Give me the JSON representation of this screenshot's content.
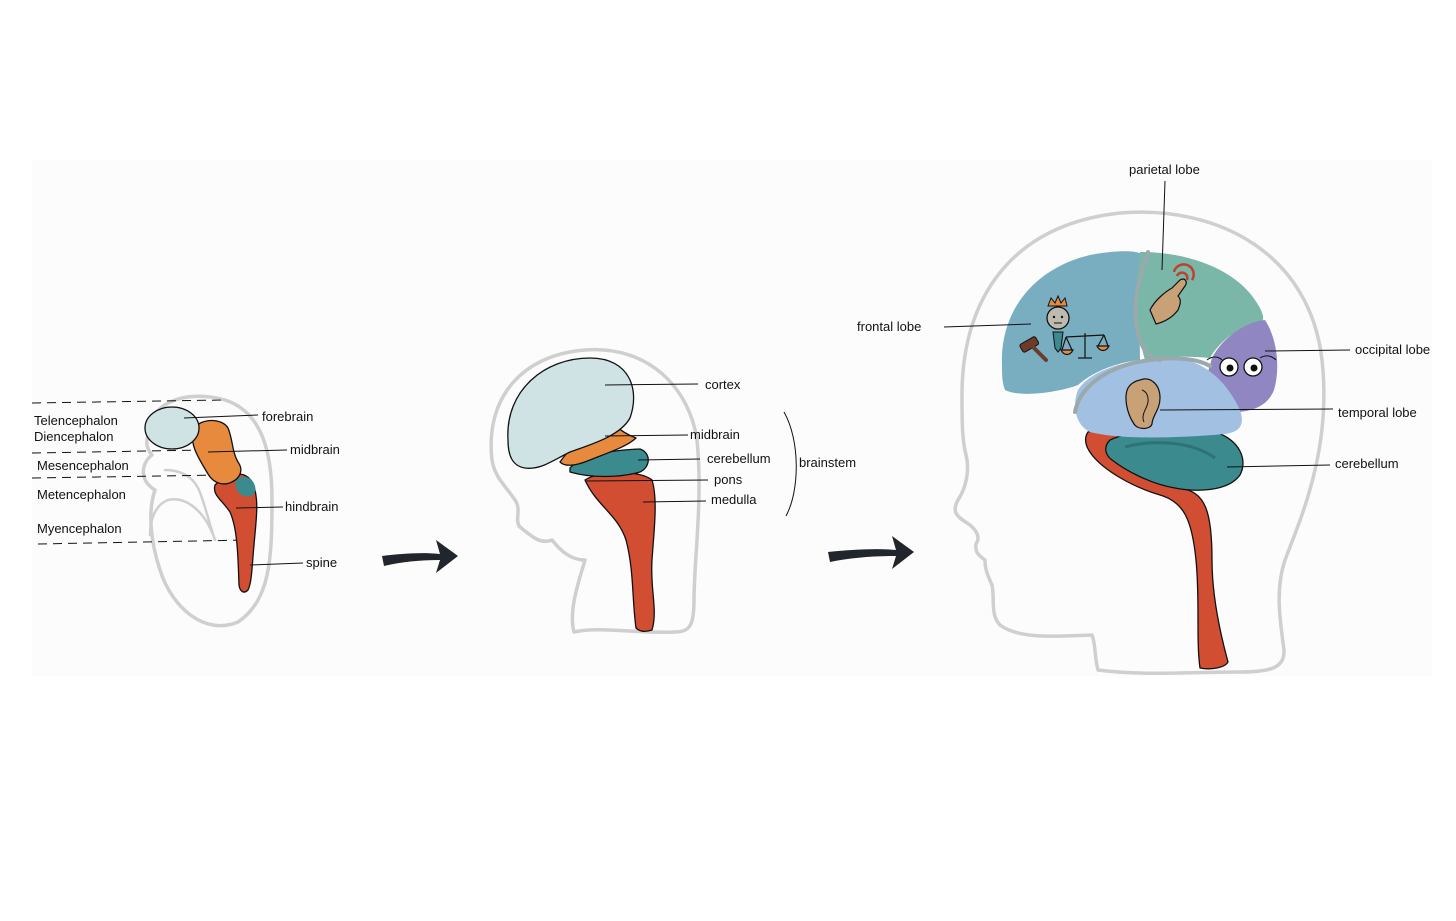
{
  "colors": {
    "forebrain": "#cfe3e5",
    "midbrain": "#e88a3e",
    "hindbrain": "#d24e33",
    "cerebellum": "#3a8a8e",
    "frontal": "#78aec0",
    "parietal": "#7ab7a8",
    "occipital": "#9087c2",
    "temporal": "#a1c0e2",
    "outline": "#cfcfcf",
    "arrow": "#20262c"
  },
  "embryo": {
    "division_labels": [
      "Telencephalon",
      "Diencephalon",
      "Mesencephalon",
      "Metencephalon",
      "Myencephalon"
    ],
    "region_labels": [
      "forebrain",
      "midbrain",
      "hindbrain",
      "spine"
    ]
  },
  "fetal": {
    "labels": [
      "cortex",
      "midbrain",
      "cerebellum",
      "pons",
      "medulla"
    ],
    "group_label": "brainstem"
  },
  "adult": {
    "labels": [
      "parietal lobe",
      "frontal lobe",
      "occipital lobe",
      "temporal lobe",
      "cerebellum"
    ],
    "icons": [
      "king-icon",
      "gavel-icon",
      "scales-icon",
      "touch-finger-icon",
      "eyes-icon",
      "ear-icon"
    ]
  }
}
